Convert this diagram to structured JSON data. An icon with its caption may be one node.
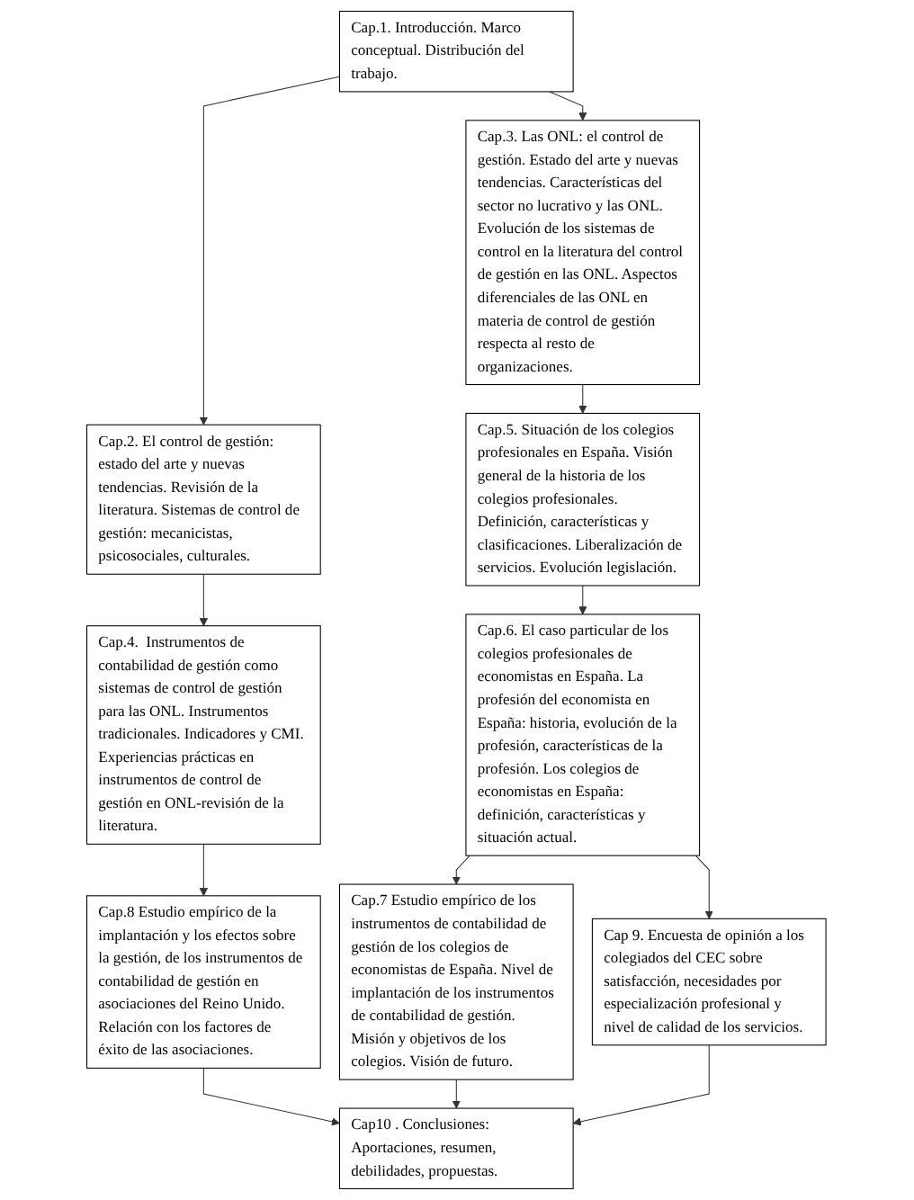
{
  "diagram": {
    "nodes": [
      {
        "text": [
          "Cap.1. Introducción. Marco conceptual. Distribución del trabajo."
        ]
      },
      {
        "text": [
          "Cap.2. El control de gestión: estado del arte y nuevas tendencias. Revisión de la literatura. Sistemas de control de gestión: mecanicistas, psicosociales, culturales."
        ]
      },
      {
        "text": [
          "Cap.3. Las ONL: el control de gestión. Estado del arte y nuevas tendencias. Características del sector no lucrativo y las ONL. Evolución de los sistemas de control en la literatura del control de gestión en las ONL. Aspectos diferenciales de las ONL en materia de control de gestión respecta al resto de organizaciones."
        ]
      },
      {
        "text": [
          "Cap.4.  Instrumentos de contabilidad de gestión como sistemas de control de gestión para las ONL. Instrumentos tradicionales. Indicadores y CMI. Experiencias prácticas en instrumentos de control de gestión en ONL-revisión de la literatura."
        ]
      },
      {
        "text": [
          "Cap.5. Situación de los colegios profesionales en España. Visión general de la historia de los colegios profesionales. Definición, características y clasificaciones. Liberalización de servicios. Evolución legislación."
        ]
      },
      {
        "text": [
          "Cap.6. El caso particular de los colegios profesionales de economistas en España. La profesión del economista en España: historia, evolución de la profesión, características de la profesión. Los colegios de economistas en España: definición, características y situación actual."
        ]
      },
      {
        "text": [
          "Cap.8 Estudio empírico de la implantación y los efectos sobre la gestión, de los instrumentos de contabilidad de gestión en asociaciones del Reino Unido. Relación con los factores de éxito de las asociaciones."
        ]
      },
      {
        "text": [
          "Cap.7 Estudio empírico de los instrumentos de contabilidad de gestión de los colegios de economistas de España. Nivel de implantación de los instrumentos de contabilidad de gestión. Misión y objetivos de los colegios. Visión de futuro."
        ]
      },
      {
        "text": [
          "Cap 9. Encuesta de opinión a los colegiados del CEC sobre satisfacción, necesidades por especialización profesional y nivel de calidad de los servicios."
        ]
      },
      {
        "text": [
          "Cap10 . Conclusiones: Aportaciones, resumen, debilidades, propuestas."
        ]
      }
    ],
    "edges": [
      {
        "from": 0,
        "to": 1,
        "arrow": "to"
      },
      {
        "from": 0,
        "to": 2,
        "arrow": "to"
      },
      {
        "from": 1,
        "to": 3,
        "arrow": "to"
      },
      {
        "from": 2,
        "to": 4,
        "arrow": "to"
      },
      {
        "from": 3,
        "to": 6,
        "arrow": "to"
      },
      {
        "from": 4,
        "to": 5,
        "arrow": "to"
      },
      {
        "from": 5,
        "to": 7,
        "arrow": "to"
      },
      {
        "from": 5,
        "to": 8,
        "arrow": "to"
      },
      {
        "from": 6,
        "to": 9,
        "arrow": "to"
      },
      {
        "from": 7,
        "to": 9,
        "arrow": "to"
      },
      {
        "from": 8,
        "to": 9,
        "arrow": "to"
      }
    ]
  }
}
